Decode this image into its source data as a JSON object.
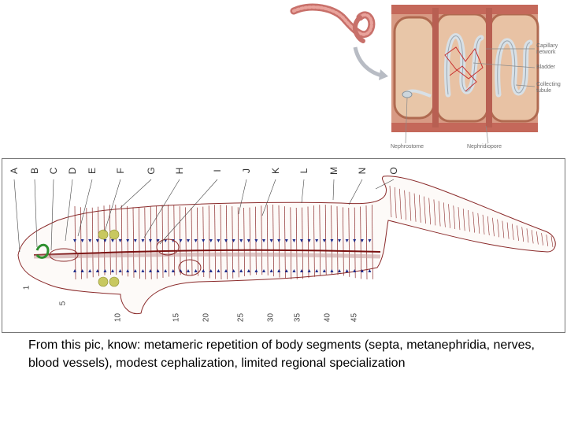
{
  "inset": {
    "labels": {
      "capillary_network": "Capillary network",
      "bladder": "Bladder",
      "collecting_tubule": "Collecting tubule",
      "nephrostome": "Nephrostome",
      "nephridiopore": "Nephridiopore"
    }
  },
  "diagram": {
    "letter_labels": [
      "A",
      "B",
      "C",
      "D",
      "E",
      "F",
      "G",
      "H",
      "I",
      "J",
      "K",
      "L",
      "M",
      "N",
      "O"
    ],
    "segment_numbers": [
      "1",
      "5",
      "10",
      "15",
      "20",
      "25",
      "30",
      "35",
      "40",
      "45"
    ],
    "colors": {
      "body_outline": "#8a2a2a",
      "nerve_cord": "#1c2a8a",
      "blood_vessel": "#7a1010",
      "ganglion_green": "#2f8f2f",
      "seminal_yellow": "#c8c860"
    }
  },
  "caption": {
    "text": "From this pic, know: metameric repetition of body segments (septa, metanephridia, nerves, blood vessels), modest cephalization, limited regional specialization"
  }
}
